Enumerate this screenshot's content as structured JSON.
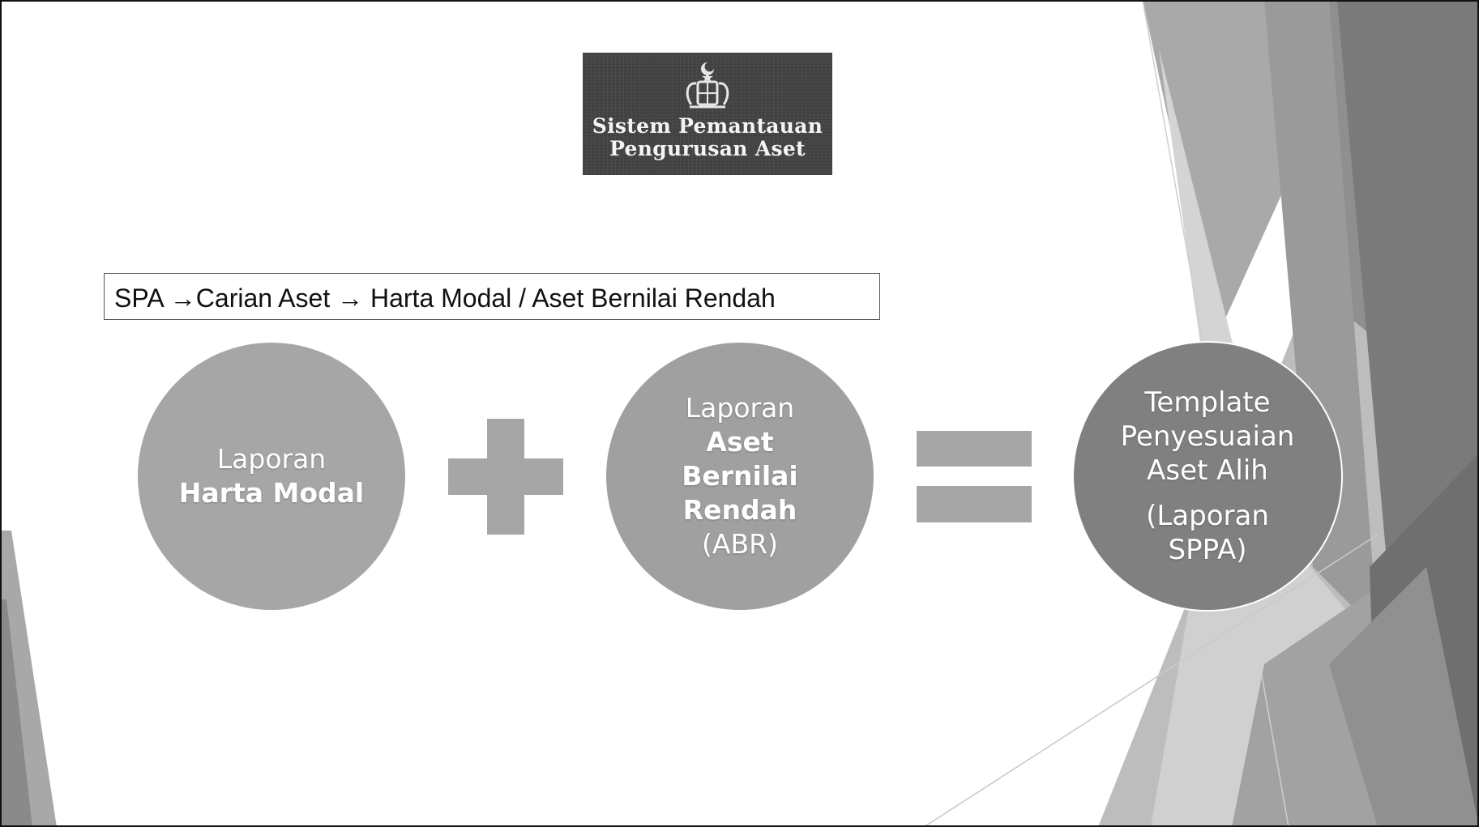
{
  "logo": {
    "line1": "Sistem Pemantauan",
    "line2": "Pengurusan Aset"
  },
  "navigation_path": "SPA →Carian Aset → Harta Modal / Aset Bernilai Rendah",
  "diagram": {
    "item1": {
      "line1": "Laporan",
      "line2": "Harta Modal"
    },
    "operator1": "plus",
    "item2": {
      "line1": "Laporan",
      "line2": "Aset",
      "line3": "Bernilai",
      "line4": "Rendah",
      "line5": "(ABR)"
    },
    "operator2": "equals",
    "result": {
      "line1": "Template",
      "line2": "Penyesuaian",
      "line3": "Aset Alih",
      "line4": "(Laporan",
      "line5": "SPPA)"
    }
  },
  "colors": {
    "circle_light": "#a6a6a6",
    "circle_dark": "#808080",
    "operator": "#a6a6a6"
  }
}
